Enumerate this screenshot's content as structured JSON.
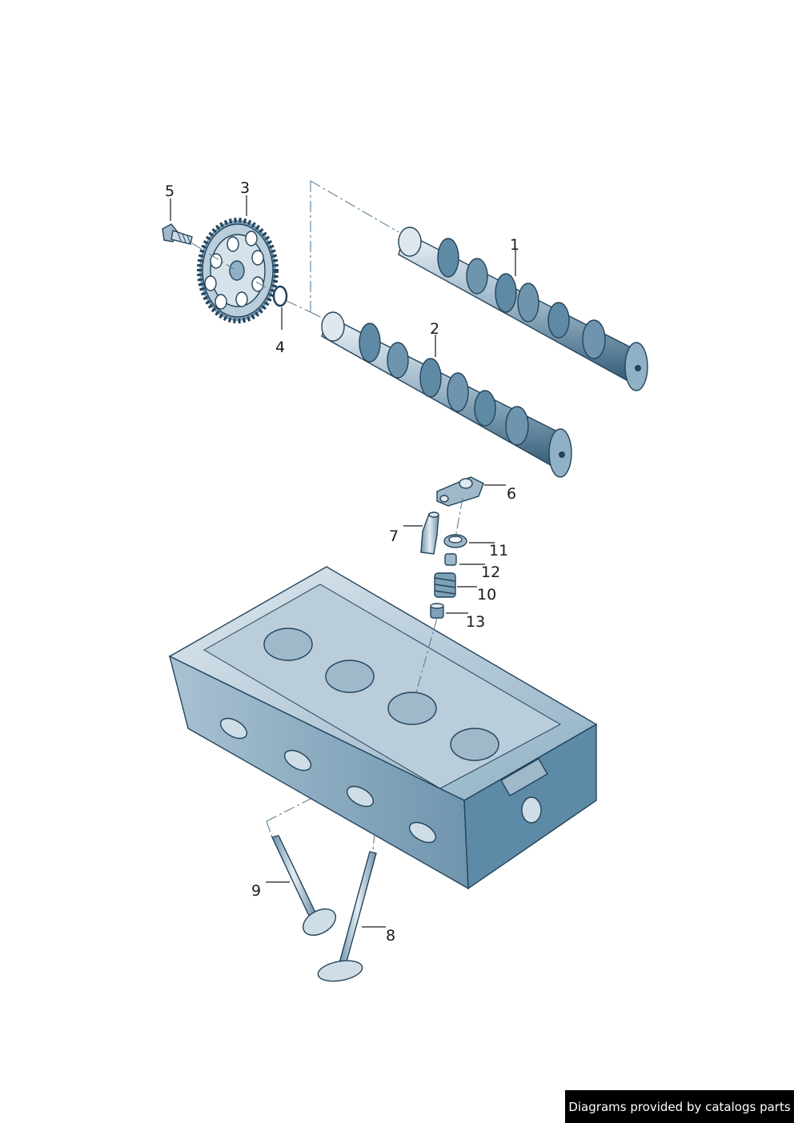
{
  "callouts": {
    "c1": "1",
    "c2": "2",
    "c3": "3",
    "c4": "4",
    "c5": "5",
    "c6": "6",
    "c7": "7",
    "c8": "8",
    "c9": "9",
    "c10": "10",
    "c11": "11",
    "c12": "12",
    "c13": "13"
  },
  "credit": "Diagrams provided by catalogs parts",
  "colors": {
    "part_dark": "#2f5a75",
    "part_mid": "#6c93ac",
    "part_light": "#cfdde7",
    "part_highlight": "#eef3f7",
    "line": "#1a1a1a"
  }
}
